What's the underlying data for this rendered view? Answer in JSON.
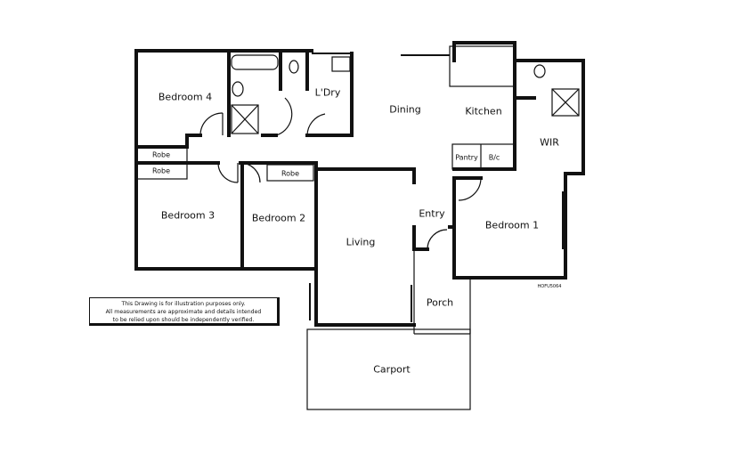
{
  "rooms": {
    "bedroom4": "Bedroom 4",
    "ldry": "L'Dry",
    "dining": "Dining",
    "kitchen": "Kitchen",
    "wir": "WIR",
    "robe_b4": "Robe",
    "robe_b3": "Robe",
    "robe_b2": "Robe",
    "pantry": "Pantry",
    "bic": "B/c",
    "bedroom3": "Bedroom 3",
    "bedroom2": "Bedroom 2",
    "entry": "Entry",
    "living": "Living",
    "bedroom1": "Bedroom 1",
    "porch": "Porch",
    "carport": "Carport"
  },
  "plan_code": "HOFU5064",
  "disclaimer": {
    "line1": "This Drawing is for illustration purposes only.",
    "line2": "All measurements are approximate and details intended",
    "line3": "to be relied upon should be independently verified."
  }
}
